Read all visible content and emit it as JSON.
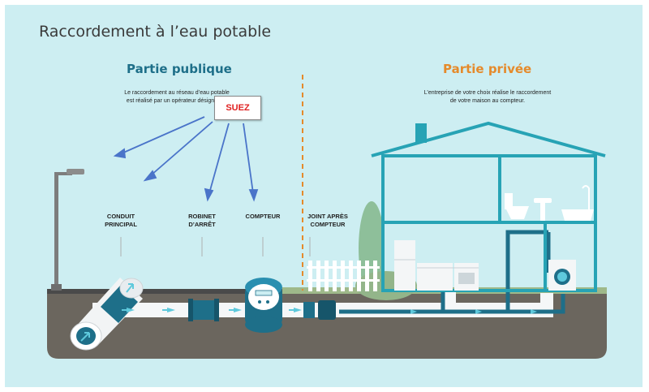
{
  "title": "Raccordement à l’eau potable",
  "public": {
    "heading": "Partie publique",
    "description_line1": "Le raccordement au réseau d’eau potable",
    "description_line2": "est réalisé par un opérateur désigné par",
    "operator": "SUEZ"
  },
  "private": {
    "heading": "Partie privée",
    "description_line1": "L’entreprise de votre choix réalise le raccordement",
    "description_line2": "de votre maison au compteur."
  },
  "labels": {
    "conduit_line1": "CONDUIT",
    "conduit_line2": "PRINCIPAL",
    "robinet_line1": "ROBINET",
    "robinet_line2": "D’ARRÊT",
    "compteur": "COMPTEUR",
    "joint_line1": "JOINT APRÈS",
    "joint_line2": "COMPTEUR"
  },
  "colors": {
    "pipe": "#1e6f89",
    "accent_orange": "#e58a2b",
    "arrow_blue": "#4a74c9",
    "ground": "#6b665e",
    "sky": "#cdeef2",
    "house": "#27a3b5"
  }
}
